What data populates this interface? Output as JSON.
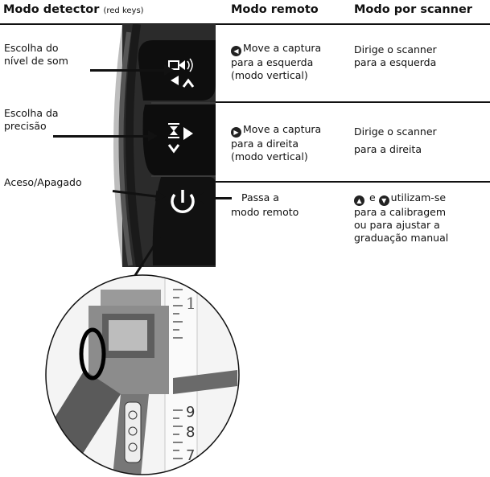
{
  "headers": {
    "detector_label": "Modo detector",
    "detector_note": "(red keys)",
    "remote_label": "Modo remoto",
    "scanner_label": "Modo por scanner"
  },
  "left_labels": {
    "sound_line1": "Escolha do",
    "sound_line2": "nível de som",
    "precision_line1": "Escolha da",
    "precision_line2": "precisão",
    "power": "Aceso/Apagado"
  },
  "remote_mode": {
    "row1_line1": "Move a captura",
    "row1_line2": "para a esquerda",
    "row1_line3": "(modo vertical)",
    "row2_line1": "Move a captura",
    "row2_line2": "para a direita",
    "row2_line3": "(modo vertical)",
    "row3_line1": "Passa a",
    "row3_line2": "modo remoto"
  },
  "scanner_mode": {
    "row1_line1": "Dirige o scanner",
    "row1_line2": "para a esquerda",
    "row2_line1": "Dirige o scanner",
    "row2_line2": "para a direita",
    "row3_conj": "e",
    "row3_line1_tail": "utilizam-se",
    "row3_line2": "para a calibragem",
    "row3_line3": "ou para ajustar a",
    "row3_line4": "graduação manual"
  },
  "rod_digits": {
    "d1": "1",
    "d9": "9",
    "d8": "8",
    "d7": "7"
  },
  "icons": [
    "speaker-icon",
    "precision-icon",
    "power-icon",
    "arrow-left-icon",
    "arrow-right-icon",
    "arrow-up-icon",
    "arrow-down-icon",
    "arrow-icon"
  ]
}
